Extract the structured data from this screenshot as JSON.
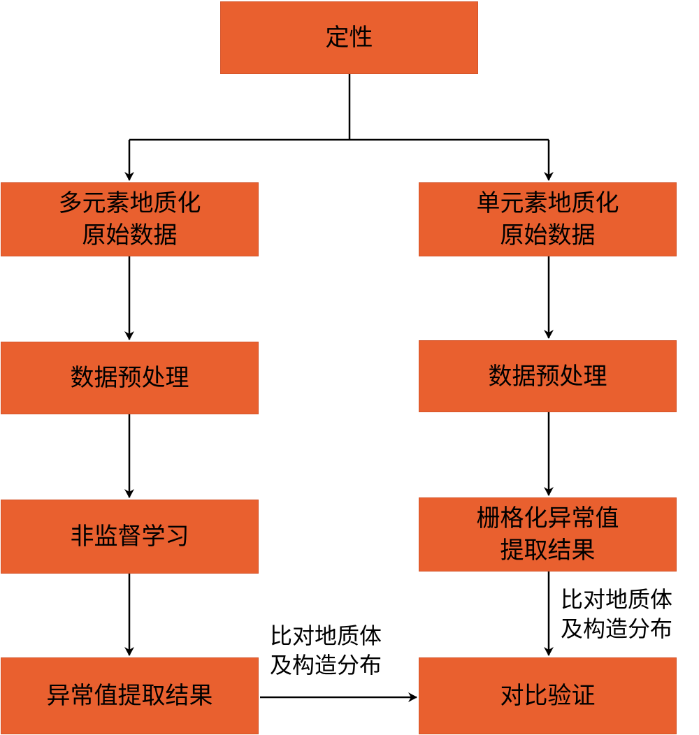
{
  "nodes": {
    "top": "定性",
    "left_1": "多元素地质化\n原始数据",
    "left_2": "数据预处理",
    "left_3": "非监督学习",
    "left_4": "异常值提取结果",
    "right_1": "单元素地质化\n原始数据",
    "right_2": "数据预处理",
    "right_3": "栅格化异常值\n提取结果",
    "right_4": "对比验证"
  },
  "edge_labels": {
    "bottom": "比对地质体\n及构造分布",
    "right": "比对地质体\n及构造分布"
  },
  "colors": {
    "box_fill": "#e9602f",
    "line": "#000000"
  }
}
